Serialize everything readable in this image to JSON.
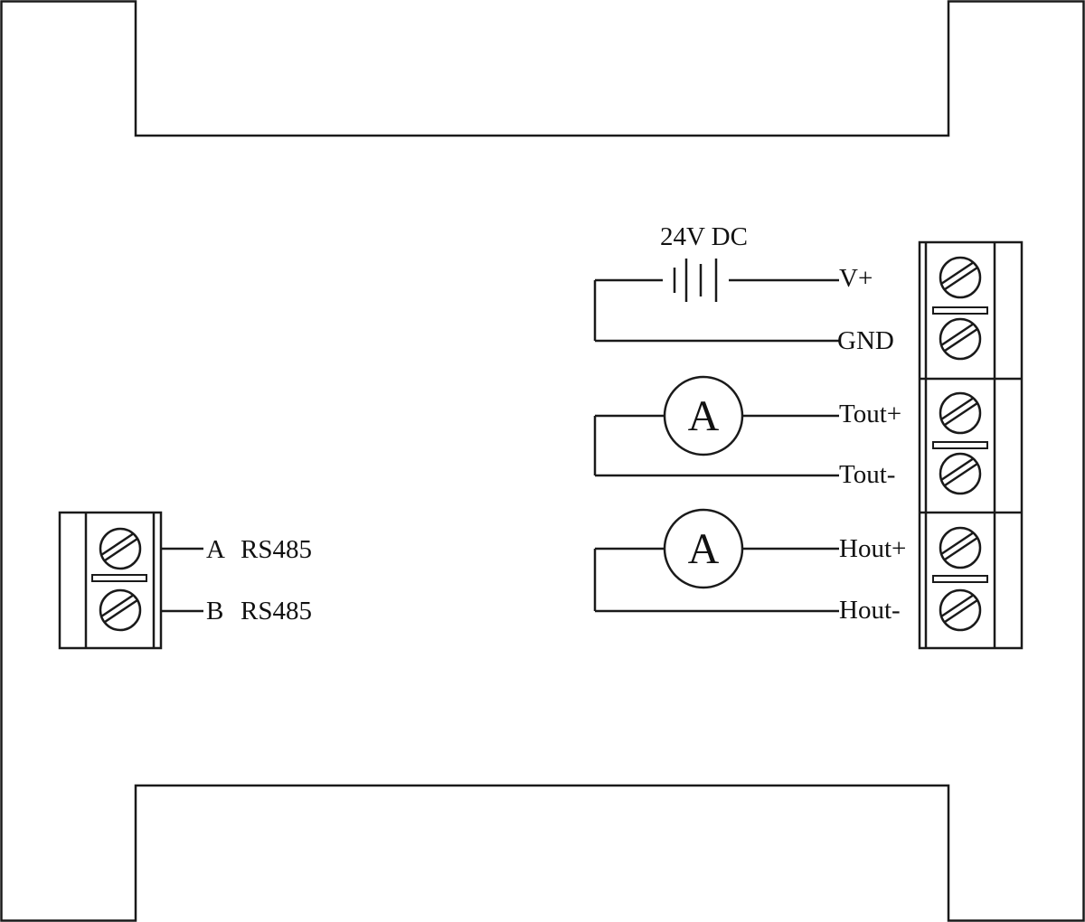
{
  "battery": {
    "label": "24V DC"
  },
  "right_terminals": [
    {
      "label": "V+"
    },
    {
      "label": "GND"
    },
    {
      "label": "Tout+"
    },
    {
      "label": "Tout-"
    },
    {
      "label": "Hout+"
    },
    {
      "label": "Hout-"
    }
  ],
  "left_terminals": [
    {
      "pin": "A",
      "label": "RS485"
    },
    {
      "pin": "B",
      "label": "RS485"
    }
  ],
  "meters": [
    {
      "symbol": "A"
    },
    {
      "symbol": "A"
    }
  ]
}
